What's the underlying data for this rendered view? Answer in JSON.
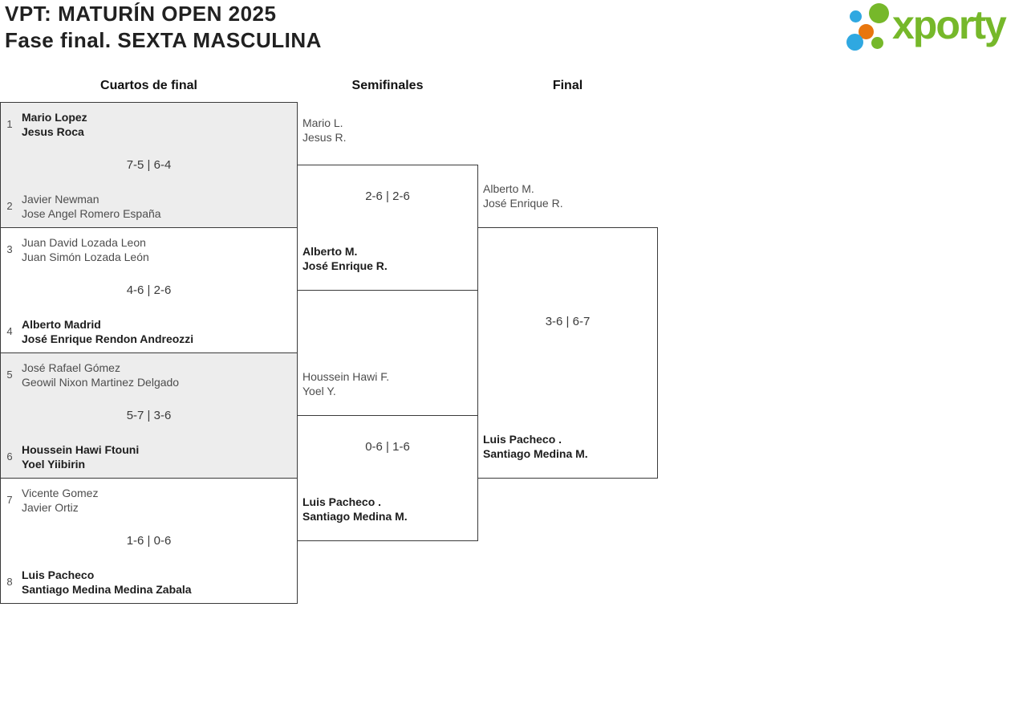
{
  "page": {
    "background": "#ffffff",
    "border_color": "#3a3a3a",
    "shaded_match_bg": "#ededed",
    "winner_text_color": "#1d1d1d",
    "regular_text_color": "#4d4d4d"
  },
  "header": {
    "title_line1": "VPT: MATURÍN OPEN 2025",
    "title_line2": "Fase final. SEXTA MASCULINA"
  },
  "logo": {
    "wordmark": "xporty",
    "green": "#76b82a",
    "blue": "#2fa8e1",
    "orange": "#e8760e"
  },
  "round_headers": {
    "quarterfinals": "Cuartos de final",
    "semifinals": "Semifinales",
    "final": "Final"
  },
  "bracket": {
    "quarterfinals": [
      {
        "seed_top": "1",
        "team_top": [
          "Mario Lopez",
          "Jesus Roca"
        ],
        "top_winner": true,
        "score": "7-5 | 6-4",
        "seed_bottom": "2",
        "team_bottom": [
          "Javier Newman",
          "Jose Angel Romero España"
        ],
        "bottom_winner": false
      },
      {
        "seed_top": "3",
        "team_top": [
          "Juan David Lozada Leon",
          "Juan Simón Lozada León"
        ],
        "top_winner": false,
        "score": "4-6 | 2-6",
        "seed_bottom": "4",
        "team_bottom": [
          "Alberto Madrid",
          "José Enrique Rendon Andreozzi"
        ],
        "bottom_winner": true
      },
      {
        "seed_top": "5",
        "team_top": [
          "José Rafael Gómez",
          "Geowil Nixon Martinez Delgado"
        ],
        "top_winner": false,
        "score": "5-7 | 3-6",
        "seed_bottom": "6",
        "team_bottom": [
          "Houssein Hawi Ftouni",
          "Yoel Yiibirin"
        ],
        "bottom_winner": true
      },
      {
        "seed_top": "7",
        "team_top": [
          "Vicente Gomez",
          "Javier Ortiz"
        ],
        "top_winner": false,
        "score": "1-6 | 0-6",
        "seed_bottom": "8",
        "team_bottom": [
          "Luis Pacheco",
          "Santiago Medina Medina Zabala"
        ],
        "bottom_winner": true
      }
    ],
    "semifinals": [
      {
        "team_top": [
          "Mario L.",
          "Jesus R."
        ],
        "top_winner": false,
        "score": "2-6 | 2-6",
        "team_bottom": [
          "Alberto M.",
          "José Enrique R."
        ],
        "bottom_winner": true
      },
      {
        "team_top": [
          "Houssein Hawi F.",
          "Yoel Y."
        ],
        "top_winner": false,
        "score": "0-6 | 1-6",
        "team_bottom": [
          "Luis Pacheco .",
          "Santiago Medina M."
        ],
        "bottom_winner": true
      }
    ],
    "final": {
      "team_top": [
        "Alberto M.",
        "José Enrique R."
      ],
      "top_winner": false,
      "score": "3-6 | 6-7",
      "team_bottom": [
        "Luis Pacheco .",
        "Santiago Medina M."
      ],
      "bottom_winner": true
    }
  }
}
